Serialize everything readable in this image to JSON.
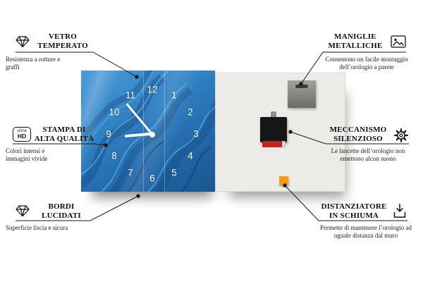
{
  "product": {
    "badge": {
      "top": "ultra",
      "bottom": "HD"
    }
  },
  "callouts": {
    "vetro_temperato": {
      "title_lines": [
        "VETRO",
        "TEMPERATO"
      ],
      "description": "Resistenza a rotture e graffi",
      "icon": "diamond-icon"
    },
    "maniglie_metalliche": {
      "title_lines": [
        "MANIGLIE",
        "METALLICHE"
      ],
      "description": "Consentono un facile montaggio dell’orologio a parete",
      "icon": "picture-icon"
    },
    "stampa_alta_qualita": {
      "title_lines": [
        "STAMPA DI",
        "ALTA QUALITÀ"
      ],
      "description": "Colori intensi e immagini vivide",
      "icon": "ultra-hd-icon"
    },
    "meccanismo_silenzioso": {
      "title_lines": [
        "MECCANISMO",
        "SILENZIOSO"
      ],
      "description": "Le lancette dell’orologio non emettono alcun suono",
      "icon": "gear-icon"
    },
    "bordi_lucidati": {
      "title_lines": [
        "BORDI",
        "LUCIDATI"
      ],
      "description": "Superficie liscia e sicura",
      "icon": "diamond-icon"
    },
    "distanziatore_in_schiuma": {
      "title_lines": [
        "DISTANZIATORE",
        "IN SCHIUMA"
      ],
      "description": "Permette di mantenere l’orologio ad uguale distanza dal muro",
      "icon": "spacer-arrow-icon"
    }
  },
  "clock": {
    "numbers": [
      "12",
      "1",
      "2",
      "3",
      "4",
      "5",
      "6",
      "7",
      "8",
      "9",
      "10",
      "11"
    ],
    "colors": {
      "face_blue": "#2f7fc2",
      "back_panel": "#ecebe8",
      "foam_spacer_orange": "#f09a1e",
      "battery_red": "#c4231f",
      "mechanism_black": "#161616",
      "metal_plate_gray": "#8a8a86"
    }
  }
}
